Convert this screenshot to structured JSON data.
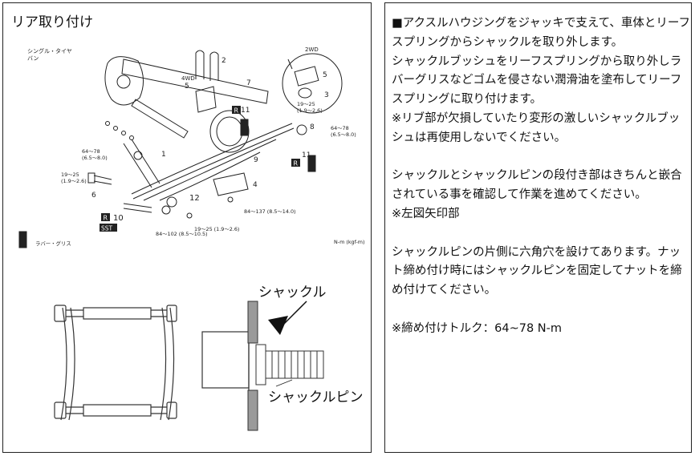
{
  "left": {
    "title": "リア取り付け",
    "diagram_labels": {
      "single_tire": "シングル・タイヤ",
      "van": "バン",
      "wd4": "4WD",
      "wd2": "2WD",
      "rubber_grease": "ラバー・グリス",
      "unit": "N-m (kgf-m)",
      "t_19_25_a": "19～25",
      "t_19_25_a_kgf": "(1.9～2.6)",
      "t_19_25_b": "19～25",
      "t_19_25_b_kgf": "(1.9～2.6)",
      "t_19_25_c": "19～25 (1.9～2.6)",
      "t_64_78_a": "64～78",
      "t_64_78_a_kgf": "(6.5～8.0)",
      "t_64_78_b": "64～78",
      "t_64_78_b_kgf": "(6.5～8.0)",
      "t_84_137": "84～137 (8.5～14.0)",
      "t_84_102": "84～102 (8.5～10.5)",
      "r": "R",
      "sst": "SST",
      "n1": "1",
      "n2": "2",
      "n3": "3",
      "n4": "4",
      "n5": "5",
      "n6": "6",
      "n7": "7",
      "n8": "8",
      "n9": "9",
      "n10": "10",
      "n11": "11",
      "n12": "12"
    },
    "shackle_label": "シャックル",
    "shackle_pin_label": "シャックルピン"
  },
  "right": {
    "paragraphs": [
      "■アクスルハウジングをジャッキで支えて、車体とリーフスプリングからシャックルを取り外します。\nシャックルブッシュをリーフスプリングから取り外しラバーグリスなどゴムを侵さない潤滑油を塗布してリーフスプリングに取り付けます。\n※リブ部が欠損していたり変形の激しいシャックルブッシュは再使用しないでください。",
      "シャックルとシャックルピンの段付き部はきちんと嵌合されている事を確認して作業を進めてください。\n※左図矢印部",
      "シャックルピンの片側に六角穴を設けてあります。ナット締め付け時にはシャックルピンを固定してナットを締め付けてください。",
      "※締め付けトルク：64~78 N-m"
    ]
  }
}
